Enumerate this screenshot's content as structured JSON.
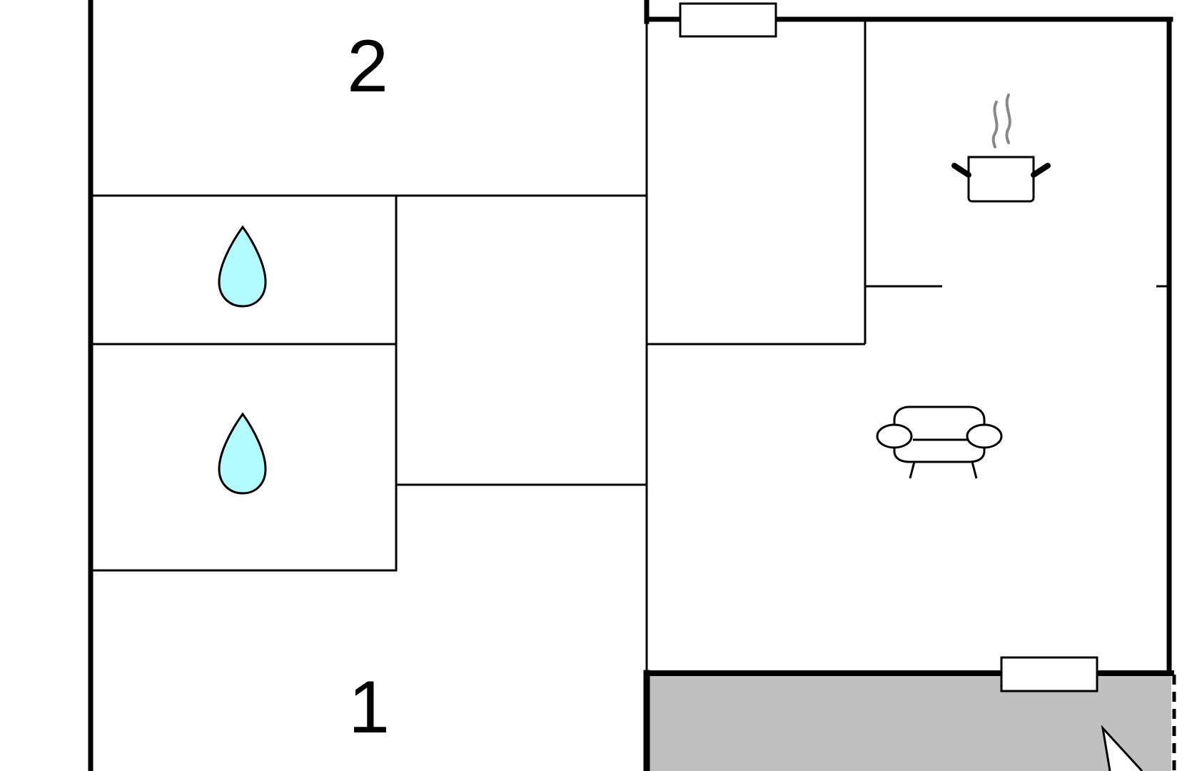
{
  "floorplan": {
    "rooms": [
      {
        "id": "bedroom-2",
        "label": "2",
        "type": "bedroom"
      },
      {
        "id": "bathroom-a",
        "label": "",
        "type": "bathroom",
        "icon": "water-drop-icon"
      },
      {
        "id": "bathroom-b",
        "label": "",
        "type": "bathroom",
        "icon": "water-drop-icon"
      },
      {
        "id": "hallway",
        "label": "",
        "type": "hallway"
      },
      {
        "id": "utility-room",
        "label": "",
        "type": "room"
      },
      {
        "id": "kitchen",
        "label": "",
        "type": "kitchen",
        "icon": "cooking-pot-icon"
      },
      {
        "id": "living-room",
        "label": "",
        "type": "living-room",
        "icon": "sofa-icon"
      },
      {
        "id": "bedroom-1",
        "label": "1",
        "type": "bedroom"
      },
      {
        "id": "terrace",
        "label": "",
        "type": "terrace"
      }
    ],
    "colors": {
      "wall": "#000000",
      "water_drop": "#b3fbff",
      "terrace": "#c0c0c0",
      "steam": "#888888",
      "background": "#ffffff"
    }
  }
}
